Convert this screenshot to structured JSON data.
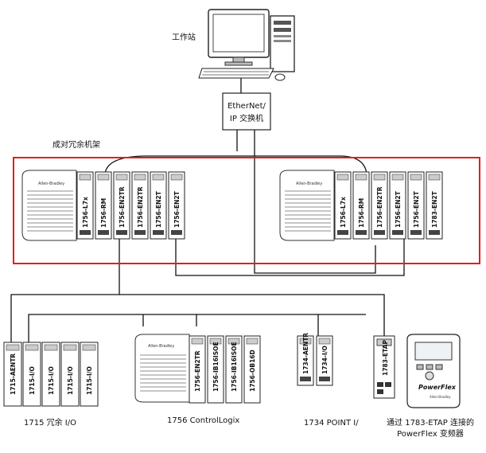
{
  "labels": {
    "workstation": "工作站",
    "switch_line1": "EtherNet/",
    "switch_line2": "IP 交换机",
    "redundant_chassis": "成对冗余机架",
    "io_1715": "1715 冗余 I/O",
    "io_1756": "1756 ControlLogix",
    "io_1734": "1734 POINT I/",
    "powerflex_line1": "通过 1783-ETAP 连接的",
    "powerflex_line2": "PowerFlex 变频器"
  },
  "chassis_left": {
    "brand": "Allen-Bradley",
    "modules": [
      "1756-L7x",
      "1756-RM",
      "1756-EN2TR",
      "1756-EN2TR",
      "1756-EN2T",
      "1756-EN2T"
    ]
  },
  "chassis_right": {
    "brand": "Allen-Bradley",
    "modules": [
      "1756-L7x",
      "1756-RM",
      "1756-EN2TR",
      "1756-EN2T",
      "1756-EN2T",
      "1783-EN2T"
    ]
  },
  "rack_1715": {
    "modules": [
      "1715-AENTR",
      "1715-I/O",
      "1715-I/O",
      "1715-I/O",
      "1715-I/O"
    ]
  },
  "rack_1756": {
    "brand": "Allen-Bradley",
    "modules": [
      "1756-EN2TR",
      "1756-IB16ISOE",
      "1756-IB16ISOE",
      "1756-OB16D"
    ]
  },
  "rack_1734": {
    "modules": [
      "1734-AENTR",
      "1734-I/O"
    ]
  },
  "etap": {
    "label": "1783-ETAP"
  },
  "drive": {
    "brand": "PowerFlex",
    "maker": "Allen-Bradley"
  },
  "colors": {
    "redundancy_frame": "#e0201b",
    "ink": "#111111"
  }
}
